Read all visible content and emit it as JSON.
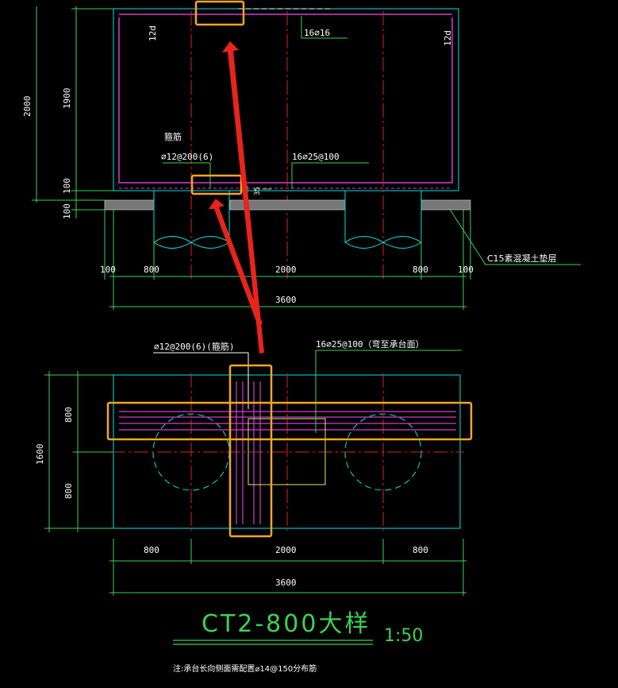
{
  "colors": {
    "background": "#000000",
    "outline": "#00e5e5",
    "rebar": "#d23cd2",
    "axis": "#e02020",
    "dimension": "#39d353",
    "highlight": "#f5a623",
    "arrow": "#e8241c",
    "insert": "#e6e67a",
    "text": "#ffffff",
    "title": "#39d353"
  },
  "section": {
    "label_12d_left": "12d",
    "label_12d_right": "12d",
    "label_top_bars": "16⌀16",
    "label_stirrup_title": "箍筋",
    "label_stirrup": "⌀12@200(6)",
    "label_bottom_bars": "16⌀25@100",
    "label_35": "35",
    "label_bedding": "C15素混凝土垫层",
    "dim_2000": "2000",
    "dim_1900": "1900",
    "dim_100_a": "100",
    "dim_100_b": "100",
    "dim_100_left": "100",
    "dim_800_left": "800",
    "dim_2000_mid": "2000",
    "dim_800_right": "800",
    "dim_100_right": "100",
    "dim_3600": "3600"
  },
  "plan": {
    "label_stirrup": "⌀12@200(6)(箍筋)",
    "label_bars": "16⌀25@100（弯至承台面）",
    "dim_1600": "1600",
    "dim_800_top": "800",
    "dim_800_bottom": "800",
    "dim_800_left": "800",
    "dim_2000": "2000",
    "dim_800_right": "800",
    "dim_3600": "3600"
  },
  "title": {
    "main": "CT2-800大样",
    "scale": "1:50",
    "note": "注:承台长向侧面需配置⌀14@150分布筋"
  }
}
